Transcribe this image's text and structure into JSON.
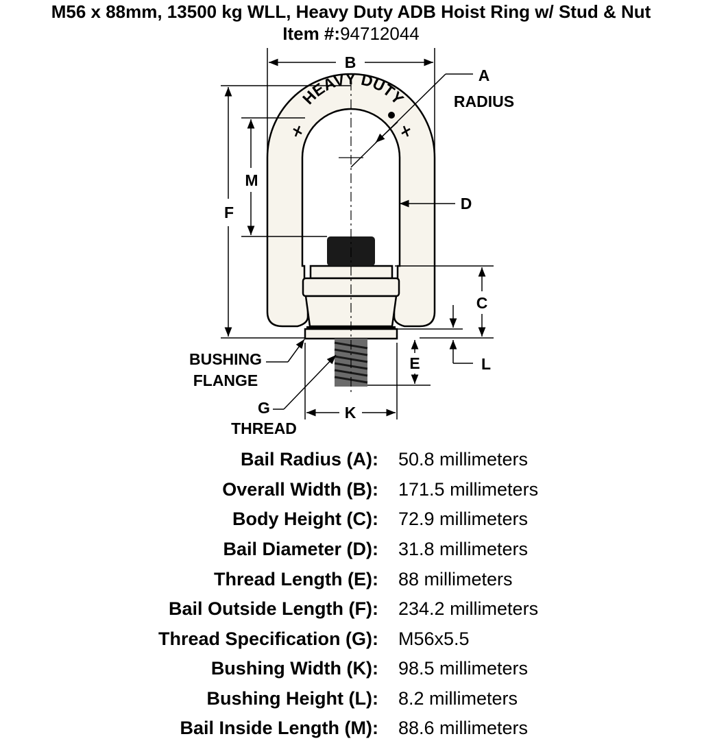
{
  "header": {
    "title": "M56 x 88mm, 13500 kg WLL, Heavy Duty ADB Hoist Ring w/ Stud & Nut",
    "item_label": "Item #:",
    "item_number": "94712044"
  },
  "diagram": {
    "bail_text": "HEAVY DUTY",
    "labels": {
      "a": "A",
      "radius": "RADIUS",
      "b": "B",
      "c": "C",
      "d": "D",
      "e": "E",
      "f": "F",
      "g": "G",
      "thread": "THREAD",
      "k": "K",
      "l": "L",
      "m": "M",
      "bushing": "BUSHING",
      "flange": "FLANGE"
    }
  },
  "specs": [
    {
      "label": "Bail Radius (A):",
      "value": "50.8 millimeters"
    },
    {
      "label": "Overall Width (B):",
      "value": "171.5 millimeters"
    },
    {
      "label": "Body Height (C):",
      "value": "72.9 millimeters"
    },
    {
      "label": "Bail Diameter (D):",
      "value": "31.8 millimeters"
    },
    {
      "label": "Thread Length (E):",
      "value": "88 millimeters"
    },
    {
      "label": "Bail Outside Length (F):",
      "value": "234.2 millimeters"
    },
    {
      "label": "Thread Specification (G):",
      "value": "M56x5.5"
    },
    {
      "label": "Bushing Width (K):",
      "value": "98.5 millimeters"
    },
    {
      "label": "Bushing Height (L):",
      "value": "8.2 millimeters"
    },
    {
      "label": "Bail Inside Length (M):",
      "value": "88.6 millimeters"
    }
  ],
  "colors": {
    "part_fill": "#f7f4ec",
    "line": "#000000",
    "nut_fill": "#1a1a1a"
  }
}
